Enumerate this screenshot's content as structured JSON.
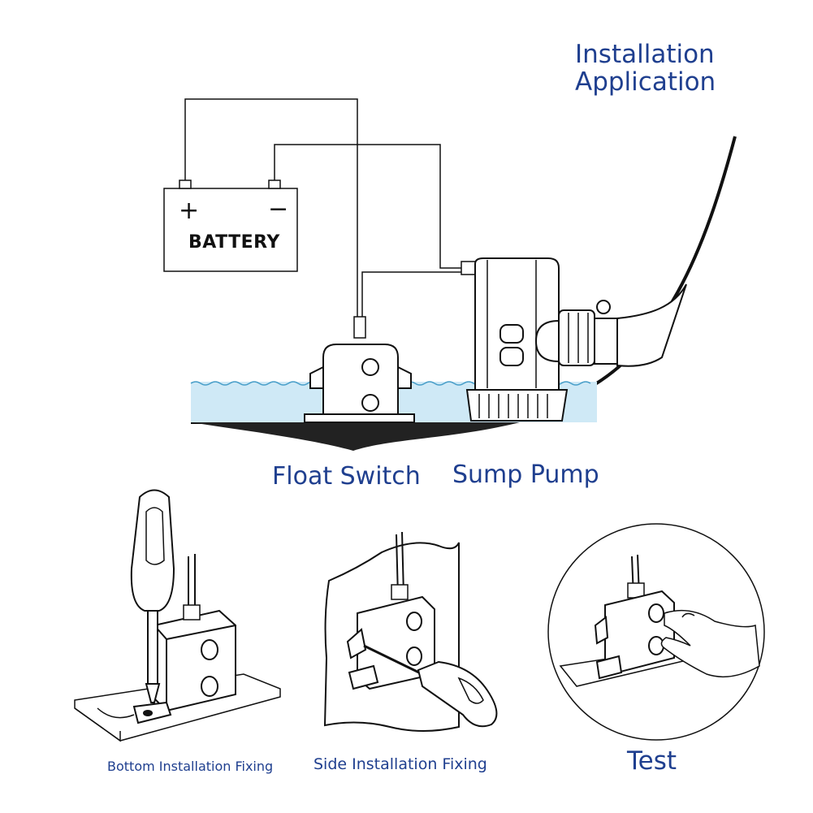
{
  "labels": {
    "title_line1": "Installation",
    "title_line2": "Application",
    "float_switch": "Float Switch",
    "sump_pump": "Sump Pump",
    "bottom_fixing": "Bottom Installation Fixing",
    "side_fixing": "Side Installation Fixing",
    "test": "Test"
  },
  "battery": {
    "label": "BATTERY",
    "plus": "+",
    "minus": "−"
  },
  "colors": {
    "label_text": "#1f3f8f",
    "water": "#cfe9f6",
    "line": "#111111"
  }
}
